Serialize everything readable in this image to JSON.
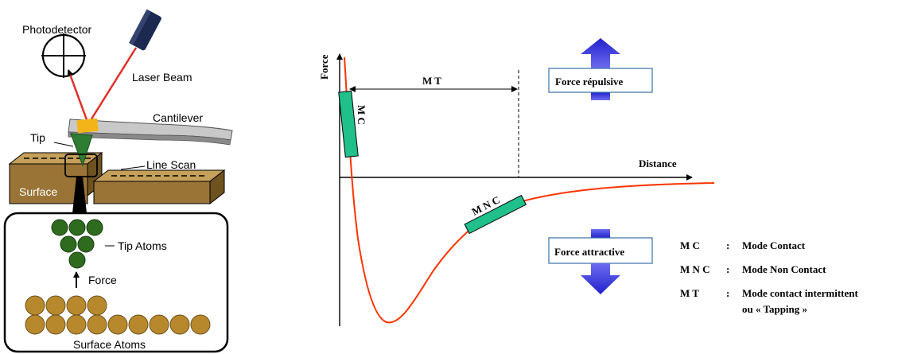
{
  "afm_diagram": {
    "photodetector_label": "Photodetector",
    "laser_label": "Laser Beam",
    "cantilever_label": "Cantilever",
    "tip_label": "Tip",
    "line_scan_label": "Line Scan",
    "surface_label": "Surface",
    "tip_atoms_label": "Tip Atoms",
    "force_label": "Force",
    "surface_atoms_label": "Surface Atoms",
    "colors": {
      "laser": "#e0302a",
      "cantilever": "#c8c8c8",
      "surface": "#9a7436",
      "tip_atom": "#2f6b1f",
      "surface_atom": "#b8892c",
      "laser_body": "#1c2a52",
      "spot": "#f2b418"
    }
  },
  "force_curve": {
    "y_axis_label": "Force",
    "x_axis_label": "Distance",
    "mt_label": "M T",
    "mc_label": "M C",
    "mnc_label": "M N C",
    "repulsive_label": "Force répulsive",
    "attractive_label": "Force attractive",
    "colors": {
      "curve": "#ff3300",
      "mode_bar": "#20c08a",
      "arrow": "#3333dd"
    }
  },
  "legend": {
    "items": [
      {
        "abbr": "M C",
        "sep": ":",
        "desc": "Mode Contact"
      },
      {
        "abbr": "M N C",
        "sep": ":",
        "desc": "Mode Non Contact"
      },
      {
        "abbr": "M T",
        "sep": ":",
        "desc": "Mode contact intermittent",
        "desc2": "ou « Tapping »"
      }
    ]
  }
}
